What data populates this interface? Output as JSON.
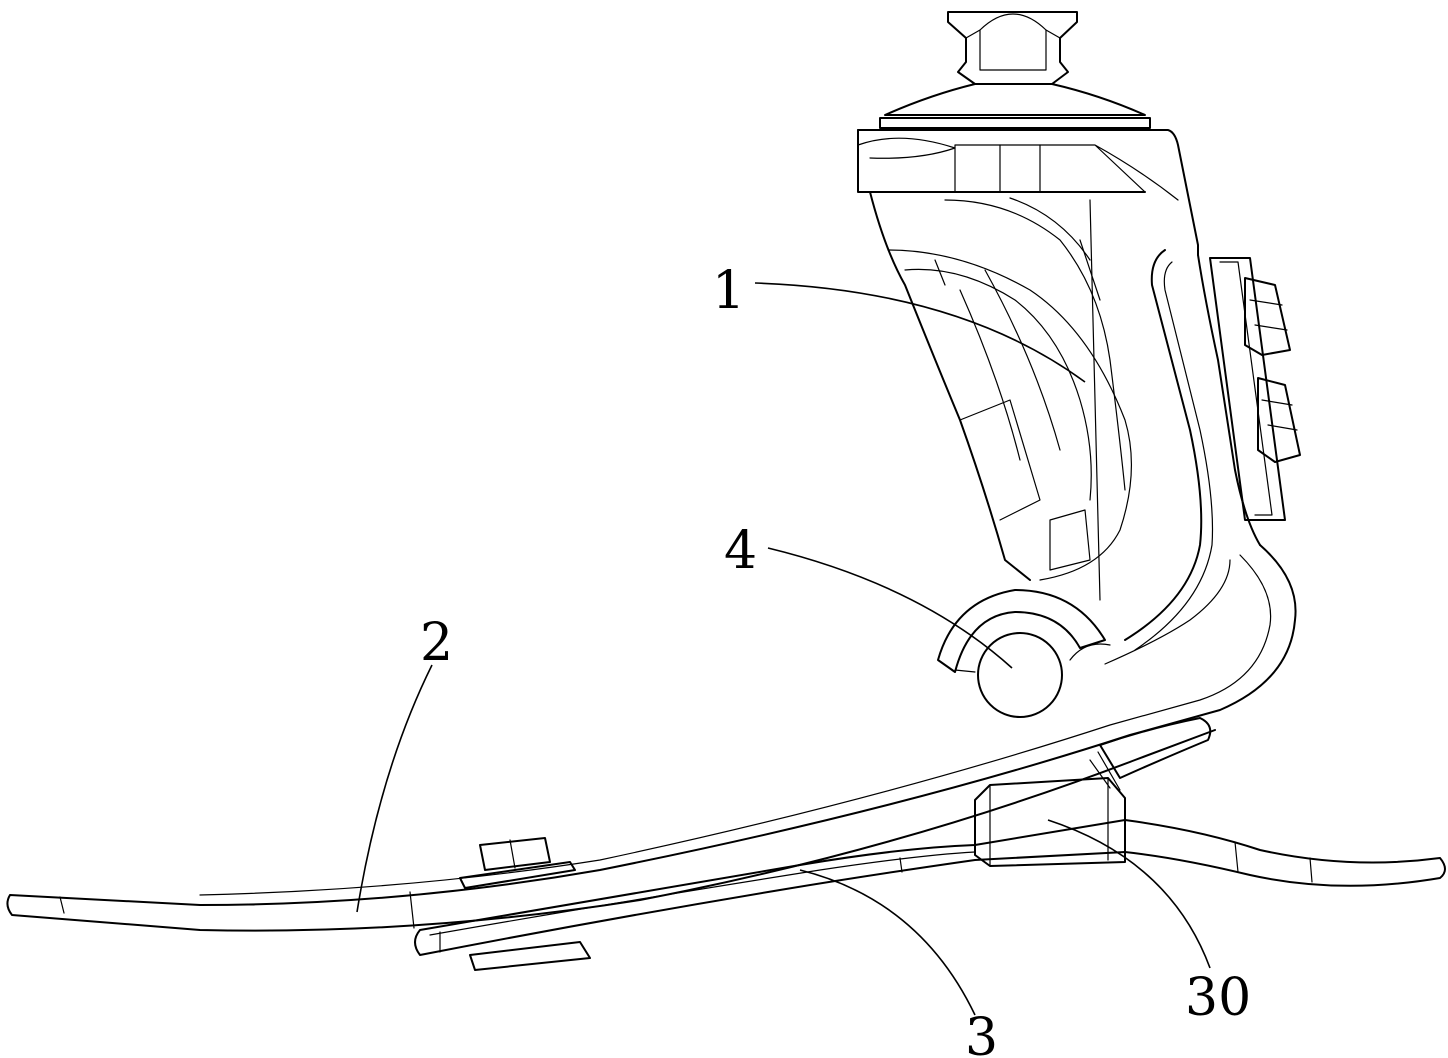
{
  "figure": {
    "callouts": [
      {
        "id": "1",
        "text": "1"
      },
      {
        "id": "2",
        "text": "2"
      },
      {
        "id": "3",
        "text": "3"
      },
      {
        "id": "4",
        "text": "4"
      },
      {
        "id": "30",
        "text": "30"
      }
    ]
  },
  "colors": {
    "line": "#000000",
    "background": "#ffffff"
  }
}
